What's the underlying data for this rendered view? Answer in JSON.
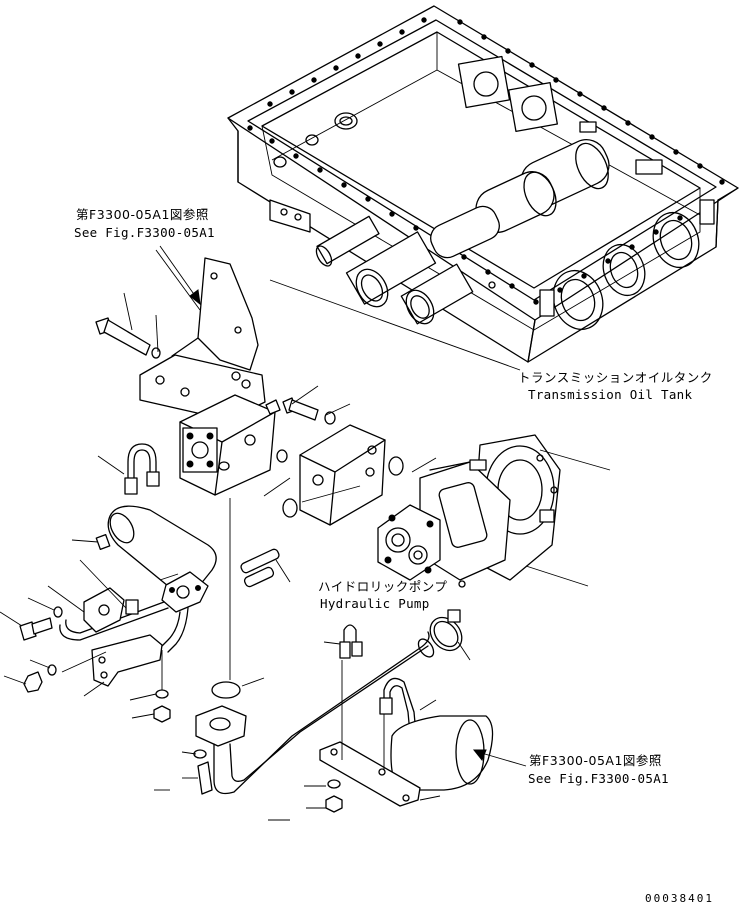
{
  "labels": {
    "ref_top_jp": "第F3300-05A1図参照",
    "ref_top_en": "See Fig.F3300-05A1",
    "tank_jp": "トランスミッションオイルタンク",
    "tank_en": "Transmission Oil Tank",
    "pump_jp": "ハイドロリックポンプ",
    "pump_en": "Hydraulic Pump",
    "ref_bottom_jp": "第F3300-05A1図参照",
    "ref_bottom_en": "See Fig.F3300-05A1"
  },
  "drawing_code": "00038401"
}
